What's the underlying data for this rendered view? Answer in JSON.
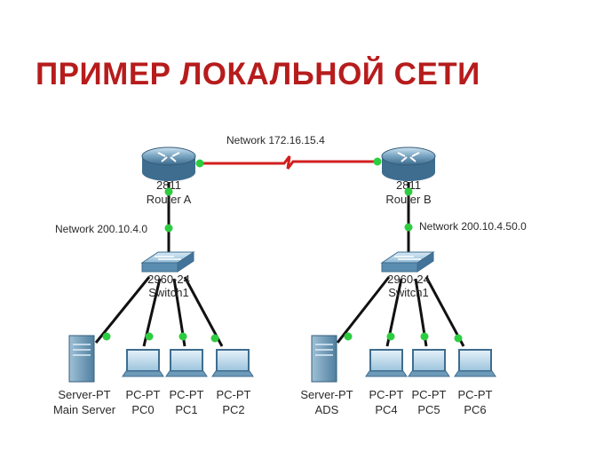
{
  "title": "ПРИМЕР ЛОКАЛЬНОЙ СЕТИ",
  "wan_link": {
    "label": "Network 172.16.15.4"
  },
  "left": {
    "router": {
      "model": "2811",
      "name": "Router A"
    },
    "link_label": "Network 200.10.4.0",
    "switch": {
      "model": "2960-24",
      "name": "Switch1"
    },
    "nodes": [
      {
        "type": "Server-PT",
        "name": "Main Server"
      },
      {
        "type": "PC-PT",
        "name": "PC0"
      },
      {
        "type": "PC-PT",
        "name": "PC1"
      },
      {
        "type": "PC-PT",
        "name": "PC2"
      }
    ]
  },
  "right": {
    "router": {
      "model": "2811",
      "name": "Router B"
    },
    "link_label": "Network 200.10.4.50.0",
    "switch": {
      "model": "2960-24",
      "name": "Switch1"
    },
    "nodes": [
      {
        "type": "Server-PT",
        "name": "ADS"
      },
      {
        "type": "PC-PT",
        "name": "PC4"
      },
      {
        "type": "PC-PT",
        "name": "PC5"
      },
      {
        "type": "PC-PT",
        "name": "PC6"
      }
    ]
  },
  "colors": {
    "title": "#b71c1c",
    "wan": "#d21f1f",
    "cable": "#111111",
    "port": "#2ecc40",
    "device": "#5f95b8"
  }
}
